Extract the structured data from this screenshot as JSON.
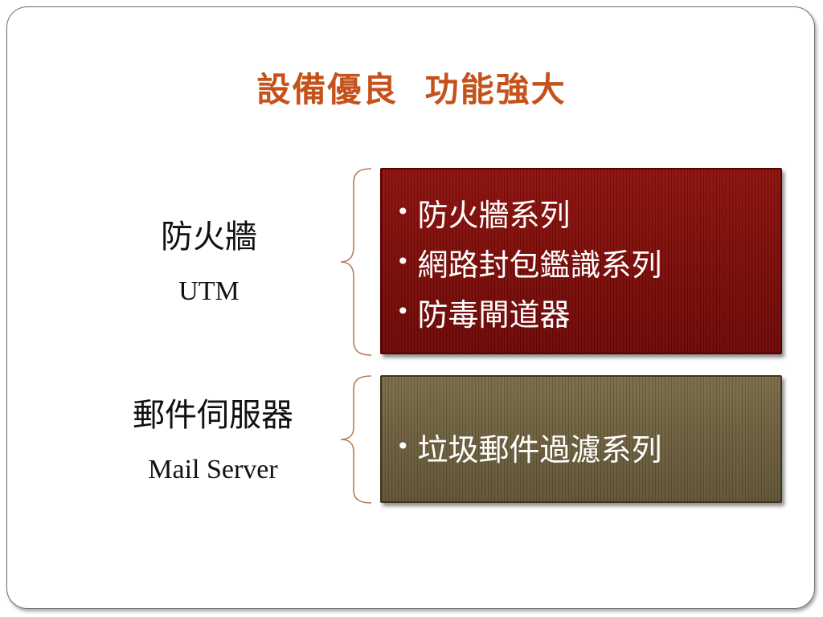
{
  "slide": {
    "title": "設備優良  功能強大"
  },
  "groups": [
    {
      "label_zh": "防火牆",
      "label_en": "UTM",
      "box_color": "#7a0a06",
      "items": [
        "防火牆系列",
        "網路封包鑑識系列",
        "防毒閘道器"
      ]
    },
    {
      "label_zh": "郵件伺服器",
      "label_en": "Mail Server",
      "box_color": "#6a5c3a",
      "items": [
        "垃圾郵件過濾系列"
      ]
    }
  ],
  "colors": {
    "title": "#c4521a",
    "brace": "#b87a5a",
    "slide_border": "#6e6e6e"
  },
  "icons": {
    "bullet": "bullet-dot"
  }
}
